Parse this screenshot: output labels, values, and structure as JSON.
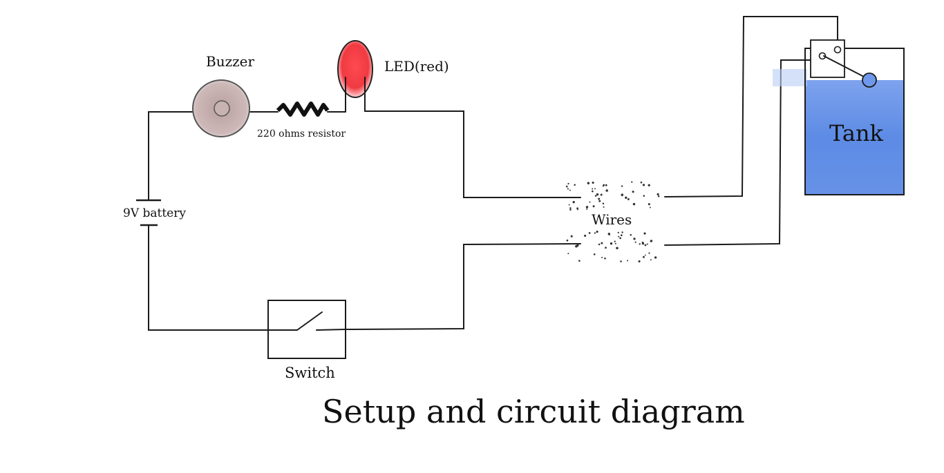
{
  "diagram": {
    "title": "Setup and circuit diagram",
    "labels": {
      "buzzer": "Buzzer",
      "led": "LED(red)",
      "resistor": "220 ohms resistor",
      "battery": "9V battery",
      "switch": "Switch",
      "wires": "Wires",
      "tank": "Tank"
    }
  },
  "colors": {
    "wire": "#1a1a1a",
    "buzzer_fill": "#c9b2b2",
    "led_fill": "#e8333c",
    "water_fill": "#4a7fe0",
    "tank_border": "#1a1a1a"
  }
}
